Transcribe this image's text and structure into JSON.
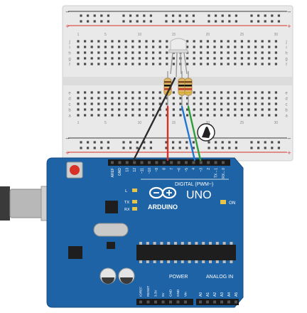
{
  "breadboard": {
    "columns": 30,
    "column_numbers": [
      "1",
      "5",
      "10",
      "15",
      "20",
      "25",
      "30"
    ],
    "row_letters_top": [
      "j",
      "i",
      "h",
      "g",
      "f"
    ],
    "row_letters_bottom": [
      "e",
      "d",
      "c",
      "b",
      "a"
    ],
    "rail_plus": "+",
    "rail_minus": "−"
  },
  "led": {
    "type": "RGB LED",
    "leads": 4
  },
  "resistors": {
    "count": 3,
    "band_colors": [
      "#7a4a1c",
      "#111111",
      "#c0392b",
      "#d4af37"
    ]
  },
  "wires": [
    {
      "name": "gnd-wire",
      "color": "#2b2b2b",
      "from": "GND",
      "to": "LED common"
    },
    {
      "name": "red-wire",
      "color": "#d63027",
      "from": "pin ~10",
      "to": "red resistor"
    },
    {
      "name": "blue-wire",
      "color": "#1f77d1",
      "from": "pin ~6",
      "to": "blue resistor"
    },
    {
      "name": "green-wire",
      "color": "#2e9e3a",
      "from": "pin ~5",
      "to": "green resistor"
    }
  ],
  "arduino": {
    "logo_text": "ARDUINO",
    "model": "UNO",
    "digital_label": "DIGITAL (PWM~)",
    "top_pins": [
      "AREF",
      "GND",
      "13",
      "12",
      "~11",
      "~10",
      "~9",
      "8",
      "7",
      "~6",
      "~5",
      "4",
      "~3",
      "2",
      "TX→1",
      "RX←0"
    ],
    "led_labels": [
      "L",
      "TX",
      "RX"
    ],
    "on_label": "ON",
    "power_label": "POWER",
    "analog_label": "ANALOG IN",
    "power_pins": [
      "IOREF",
      "RESET",
      "3.3V",
      "5V",
      "GND",
      "GND",
      "Vin"
    ],
    "analog_pins": [
      "A0",
      "A1",
      "A2",
      "A3",
      "A4",
      "A5"
    ]
  },
  "colors": {
    "board": "#1d63a5",
    "board_dark": "#154d83",
    "breadboard": "#e9e9e9",
    "rail_red": "#d63027",
    "rail_black": "#3a3a3a"
  },
  "cursor": {
    "icon": "pointer-hand-icon"
  }
}
